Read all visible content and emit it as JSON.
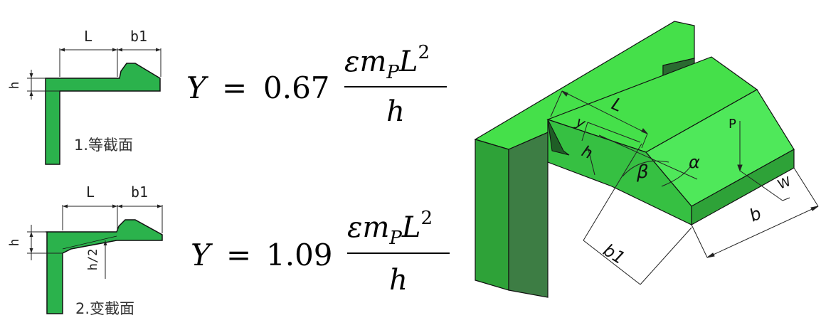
{
  "colors": {
    "part_fill": "#2bb24c",
    "part_stroke": "#111111",
    "block_top": "#45e04a",
    "block_front": "#2ea238",
    "block_side": "#3d7d44",
    "dim_line": "#222222"
  },
  "section1": {
    "dim_L": "L",
    "dim_b1": "b1",
    "dim_h": "h",
    "caption": "1.等截面",
    "formula": {
      "lhs": "Y",
      "equals": "=",
      "coefficient": "0.67",
      "numerator_epsilon": "ε",
      "numerator_m": "m",
      "numerator_subscript": "P",
      "numerator_L": "L",
      "numerator_power": "2",
      "denominator": "h"
    }
  },
  "section2": {
    "dim_L": "L",
    "dim_b1": "b1",
    "dim_h": "h",
    "dim_h_half": "h/2",
    "caption": "2.变截面",
    "formula": {
      "lhs": "Y",
      "equals": "=",
      "coefficient": "1.09",
      "numerator_epsilon": "ε",
      "numerator_m": "m",
      "numerator_subscript": "P",
      "numerator_L": "L",
      "numerator_power": "2",
      "denominator": "h"
    }
  },
  "iso_labels": {
    "L": "L",
    "y": "y",
    "h": "h",
    "beta": "β",
    "alpha": "α",
    "P": "P",
    "W": "W",
    "b1": "b1",
    "b": "b"
  }
}
